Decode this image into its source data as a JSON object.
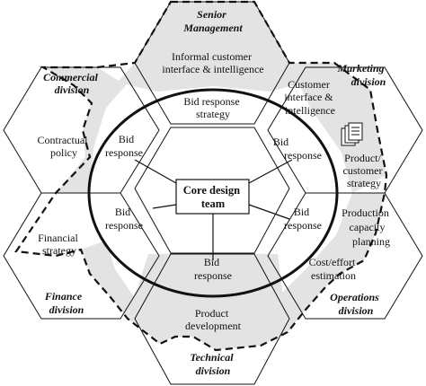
{
  "regions": {
    "senior": {
      "title": [
        "Senior",
        "Management"
      ],
      "items": [
        [
          "Informal customer",
          "interface & intelligence"
        ],
        [
          "Bid response",
          "strategy"
        ]
      ]
    },
    "commercial": {
      "title": [
        "Commercial",
        "division"
      ],
      "items": [
        [
          "Contractual",
          "policy"
        ]
      ]
    },
    "marketing": {
      "title": [
        "Marketing",
        "division"
      ],
      "items": [
        [
          "Customer",
          "interface &",
          "intelligence"
        ],
        [
          "Product/",
          "customer",
          "strategy"
        ]
      ]
    },
    "financial": {
      "title": [
        "Finance",
        "division"
      ],
      "items": [
        [
          "Financial",
          "strategy"
        ]
      ]
    },
    "operations": {
      "title": [
        "Operations",
        "division"
      ],
      "items": [
        [
          "Production",
          "capacity",
          "planning"
        ],
        [
          "Cost/effort",
          "estimation"
        ]
      ]
    },
    "technical": {
      "title": [
        "Technical",
        "division"
      ],
      "items": [
        [
          "Product",
          "development"
        ]
      ]
    }
  },
  "core": [
    "Core design",
    "team"
  ],
  "bid_response": [
    "Bid",
    "response"
  ],
  "colors": {
    "fill": "#e3e3e3",
    "stroke": "#111111",
    "background": "#ffffff"
  },
  "icons": [
    "documents-icon"
  ]
}
